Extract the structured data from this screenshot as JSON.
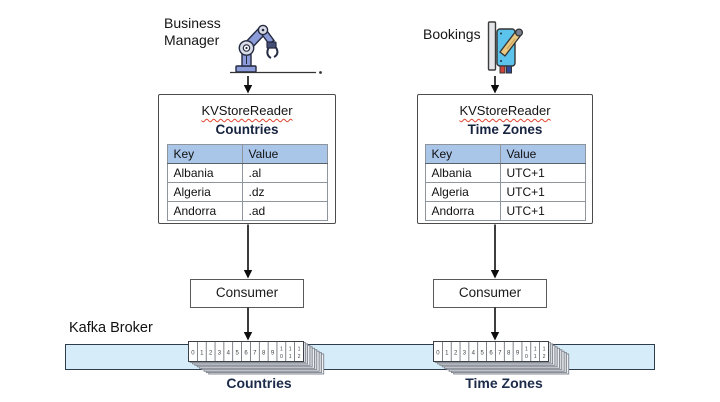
{
  "sources": {
    "business_manager": {
      "line1": "Business",
      "line2": "Manager",
      "icon": "robot-arm-icon"
    },
    "bookings": {
      "label": "Bookings",
      "icon": "bookings-terminal-icon"
    }
  },
  "stores": {
    "countries": {
      "title": "KVStoreReader",
      "subtitle": "Countries",
      "table": {
        "key_header": "Key",
        "value_header": "Value",
        "rows": [
          {
            "key": "Albania",
            "value": ".al"
          },
          {
            "key": "Algeria",
            "value": ".dz"
          },
          {
            "key": "Andorra",
            "value": ".ad"
          }
        ]
      }
    },
    "time_zones": {
      "title": "KVStoreReader",
      "subtitle": "Time Zones",
      "table": {
        "key_header": "Key",
        "value_header": "Value",
        "rows": [
          {
            "key": "Albania",
            "value": "UTC+1"
          },
          {
            "key": "Algeria",
            "value": "UTC+1"
          },
          {
            "key": "Andorra",
            "value": "UTC+1"
          }
        ]
      }
    }
  },
  "consumers": {
    "left_label": "Consumer",
    "right_label": "Consumer"
  },
  "broker": {
    "label": "Kafka Broker"
  },
  "partitions": {
    "countries": {
      "label": "Countries",
      "cells": [
        "0",
        "1",
        "2",
        "3",
        "4",
        "5",
        "6",
        "7",
        "8",
        "9",
        "10",
        "11",
        "12"
      ]
    },
    "time_zones": {
      "label": "Time Zones",
      "cells": [
        "0",
        "1",
        "2",
        "3",
        "4",
        "5",
        "6",
        "7",
        "8",
        "9",
        "10",
        "11",
        "12"
      ]
    }
  },
  "colors": {
    "band_fill": "#d6edf9",
    "table_header_fill": "#a9c5e8",
    "spellcheck_underline": "#e0442e",
    "label_navy": "#1c2b4a",
    "robot_body": "#8b9cd8",
    "bookings_body": "#5cc3ec",
    "bookings_handle": "#eac77e"
  }
}
